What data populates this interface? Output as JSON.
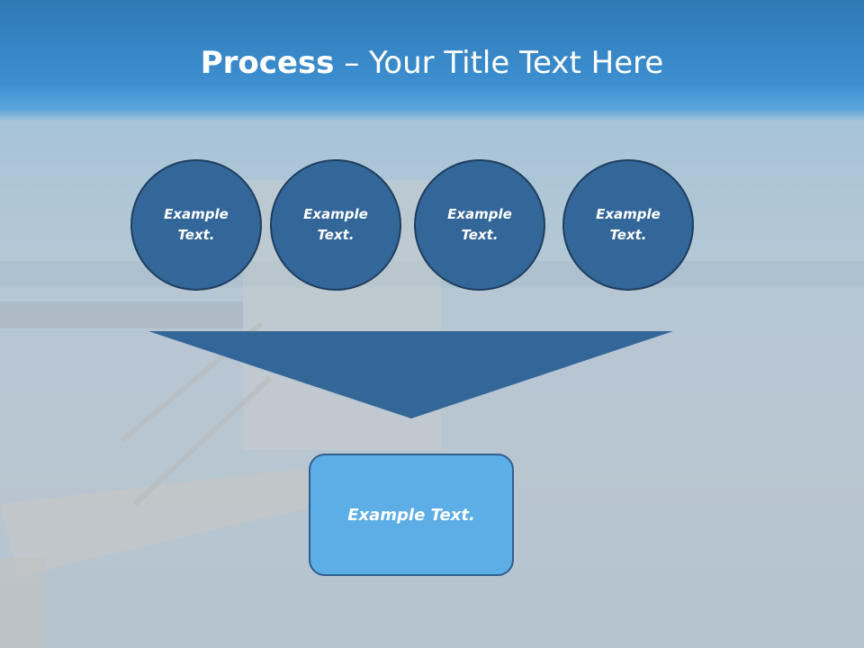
{
  "title": {
    "bold_part": "Process",
    "rest": " – Your Title Text Here"
  },
  "circles": [
    {
      "text": "Example\nText."
    },
    {
      "text": "Example\nText."
    },
    {
      "text": "Example\nText."
    },
    {
      "text": "Example\nText."
    }
  ],
  "result_box": {
    "text": "Example Text."
  },
  "colors": {
    "title_bar": "#3a8bcc",
    "circle_fill": "#336699",
    "funnel_fill": "#336699",
    "box_fill": "#5daee6"
  }
}
